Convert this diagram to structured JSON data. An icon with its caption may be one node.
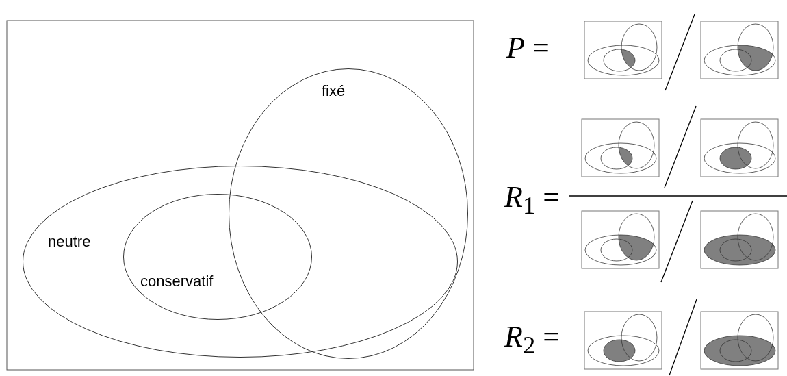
{
  "diagram": {
    "nodes": [
      {
        "text": [
          "fixé"
        ]
      },
      {
        "text": [
          "neutre"
        ]
      },
      {
        "text": [
          "conservatif"
        ],
        "in": 1
      }
    ],
    "labels": [
      "*P* =",
      "*R*$_{1}$ =",
      "*R*$_{2}$ ="
    ]
  }
}
